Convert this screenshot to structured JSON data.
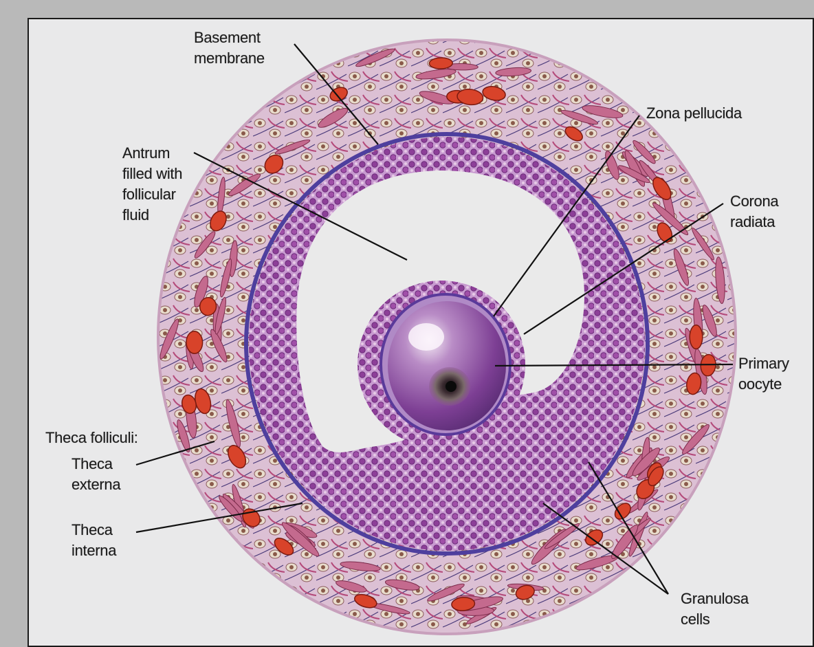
{
  "labels": {
    "basement_membrane": [
      "Basement",
      "membrane"
    ],
    "zona_pellucida": [
      "Zona pellucida"
    ],
    "antrum": [
      "Antrum",
      "filled with",
      "follicular",
      "fluid"
    ],
    "corona_radiata": [
      "Corona",
      "radiata"
    ],
    "primary_oocyte": [
      "Primary",
      "oocyte"
    ],
    "theca_folliculi": [
      "Theca folliculi:"
    ],
    "theca_externa": [
      "Theca",
      "externa"
    ],
    "theca_interna": [
      "Theca",
      "interna"
    ],
    "granulosa_cells": [
      "Granulosa",
      "cells"
    ]
  },
  "colors": {
    "background": "#e9e9ea",
    "outer_frame": "#b9b9b9",
    "theca_tissue": "#d9a9c9",
    "stromal_cell": "#c46a8e",
    "blood_cell": "#d8432a",
    "basement_membrane": "#5a4aa8",
    "granulosa": "#9a4a9e",
    "oocyte": "#8a4aa0",
    "leader_line": "#111111"
  },
  "icons": {
    "oocyte_nucleus": "dark-nucleus-dot"
  }
}
